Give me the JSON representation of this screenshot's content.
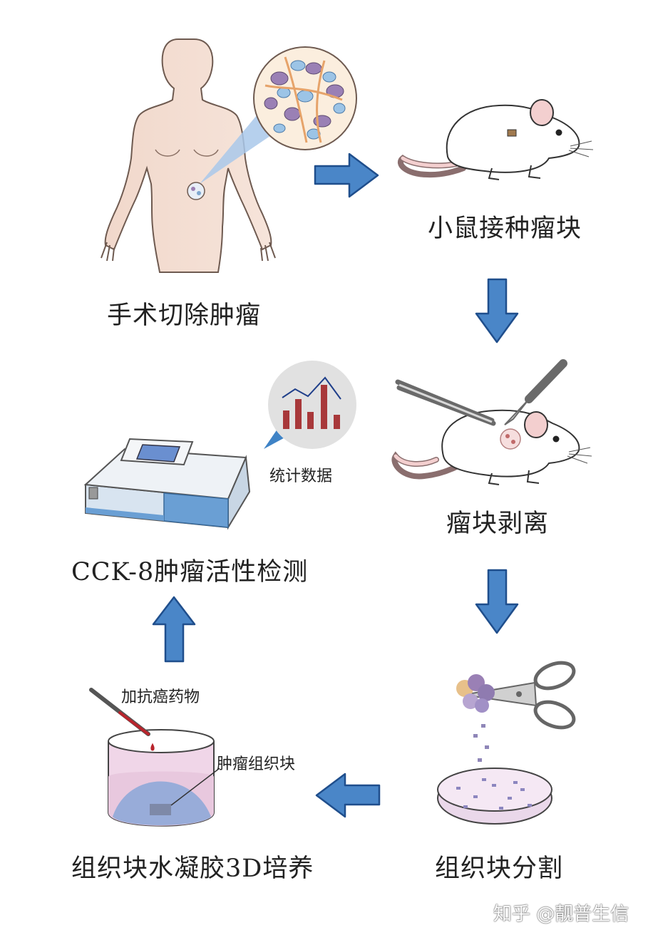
{
  "steps": {
    "surgery": "手术切除肿瘤",
    "inoculate": "小鼠接种瘤块",
    "strip": "瘤块剥离",
    "cut": "组织块分割",
    "culture": "组织块水凝胶3D培养",
    "cck8": "CCK-8肿瘤活性检测"
  },
  "annotations": {
    "stats": "统计数据",
    "drug": "加抗癌药物",
    "tissue": "肿瘤组织块"
  },
  "watermark": "知乎 @靓普生信",
  "colors": {
    "arrow_fill": "#4a86c8",
    "arrow_stroke": "#1f4e8c",
    "skin": "#f3ddd2",
    "plate_blue": "#6a9fd4",
    "bar_red": "#a8383a"
  }
}
